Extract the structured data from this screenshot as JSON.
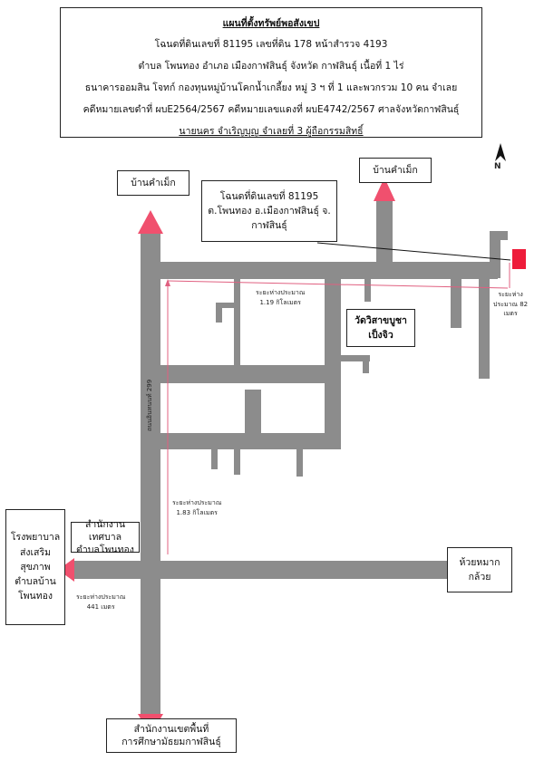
{
  "header": {
    "title": "แผนที่ตั้งทรัพย์พอสังเขป",
    "line1": "โฉนดที่ดินเลขที่ 81195 เลขที่ดิน 178 หน้าสำรวจ 4193",
    "line2": "ตำบล โพนทอง อำเภอ เมืองกาฬสินธุ์ จังหวัด กาฬสินธุ์ เนื้อที่ 1 ไร่",
    "line3": "ธนาคารออมสิน โจทก์ กองทุนหมู่บ้านโคกน้ำเกลี้ยง หมู่ 3 ฯ ที่ 1 และพวกรวม 10 คน จำเลย",
    "line4": "คดีหมายเลขดำที่ ผบE2564/2567 คดีหมายเลขแดงที่ ผบE4742/2567 ศาลจังหวัดกาฬสินธุ์",
    "line5": "นายนคร จำเริญบุญ จำเลยที่ 3 ผู้ถือกรรมสิทธิ์"
  },
  "north_label": "N",
  "places": {
    "ban_kham_mek_left": "บ้านคำเม็ก",
    "ban_kham_mek_right": "บ้านคำเม็ก",
    "deed_box": [
      "โฉนดที่ดินเลขที่ 81195",
      "ต.โพนทอง อ.เมืองกาฬสินธุ์ จ.",
      "กาฬสินธุ์"
    ],
    "temple": [
      "วัดวิสาขบูชา",
      "เป็งจิว"
    ],
    "hospital": [
      "โรงพยาบาล",
      "ส่งเสริม",
      "สุขภาพ",
      "ตำบลบ้าน",
      "โพนทอง"
    ],
    "municipality": [
      "สำนักงานเทศบาล",
      "ตำบลโพนทอง"
    ],
    "huai_mak": [
      "ห้วยหมาก",
      "กล้วย"
    ],
    "school_office": [
      "สำนักงานเขตพื้นที่",
      "การศึกษามัธยมกาฬสินธุ์"
    ]
  },
  "distances": {
    "d_119": [
      "ระยะห่างประมาณ",
      "1.19 กิโลเมตร"
    ],
    "d_183": [
      "ระยะห่างประมาณ",
      "1.83 กิโลเมตร"
    ],
    "d_441": [
      "ระยะห่างประมาณ",
      "441 เมตร"
    ],
    "d_82": [
      "ระยะห่าง",
      "ประมาณ 82",
      "เมตร"
    ]
  },
  "road_name": "ถนนอินทนนท์ 299",
  "colors": {
    "road": "#8c8c8c",
    "arrow": "#f0506e",
    "property": "#ee1c3a",
    "distance_line": "#e06080"
  }
}
